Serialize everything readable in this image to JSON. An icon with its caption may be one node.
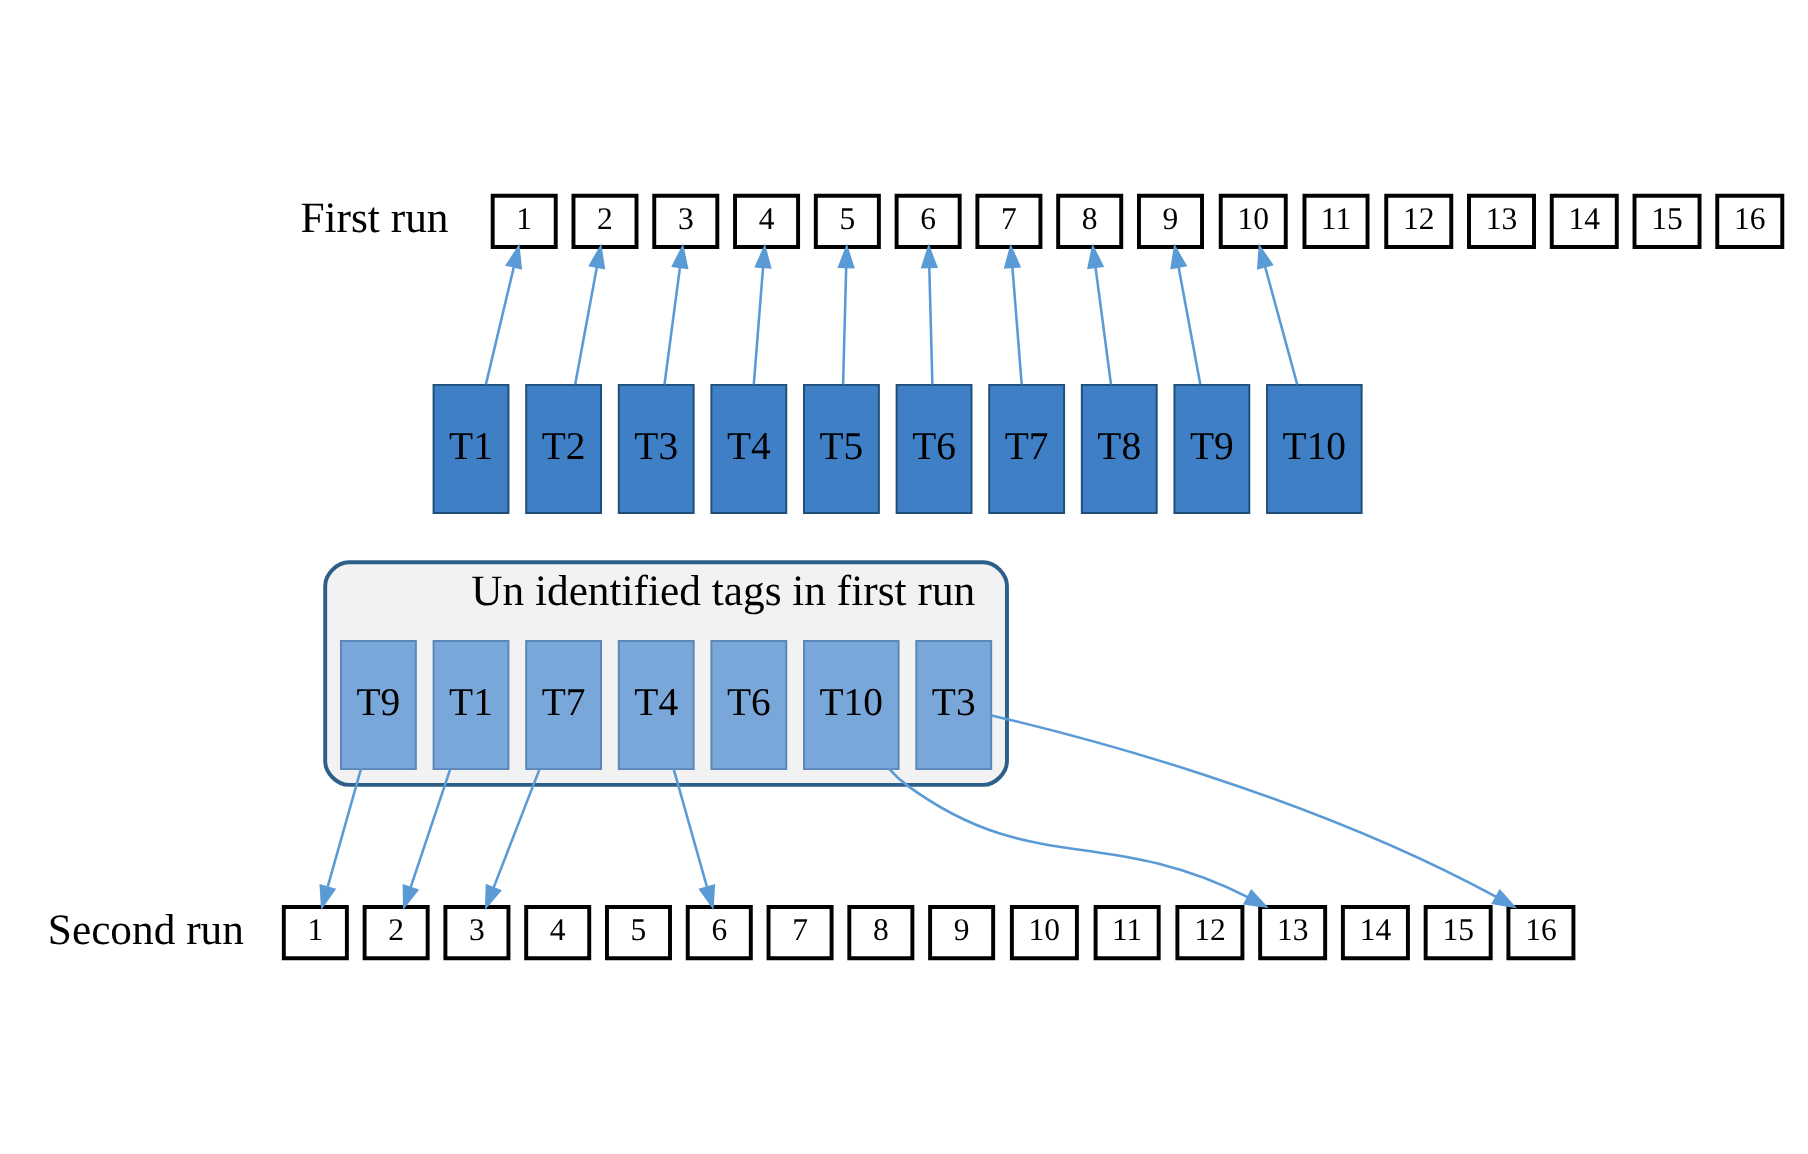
{
  "diagram": {
    "nodes": [
      {
        "text": [
          "1"
        ]
      },
      {
        "text": [
          "2"
        ]
      },
      {
        "text": [
          "3"
        ]
      },
      {
        "text": [
          "4"
        ]
      },
      {
        "text": [
          "5"
        ]
      },
      {
        "text": [
          "6"
        ]
      },
      {
        "text": [
          "7"
        ]
      },
      {
        "text": [
          "8"
        ]
      },
      {
        "text": [
          "9"
        ]
      },
      {
        "text": [
          "10"
        ]
      },
      {
        "text": [
          "11"
        ]
      },
      {
        "text": [
          "12"
        ]
      },
      {
        "text": [
          "13"
        ]
      },
      {
        "text": [
          "14"
        ]
      },
      {
        "text": [
          "15"
        ]
      },
      {
        "text": [
          "16"
        ]
      },
      {
        "text": [
          "T1"
        ]
      },
      {
        "text": [
          "T2"
        ]
      },
      {
        "text": [
          "T3"
        ]
      },
      {
        "text": [
          "T4"
        ]
      },
      {
        "text": [
          "T5"
        ]
      },
      {
        "text": [
          "T6"
        ]
      },
      {
        "text": [
          "T7"
        ]
      },
      {
        "text": [
          "T8"
        ]
      },
      {
        "text": [
          "T9"
        ]
      },
      {
        "text": [
          "T10"
        ]
      },
      {
        "text": [
          "Un identified tags in first run"
        ]
      },
      {
        "text": [
          "T1"
        ],
        "in": 26
      },
      {
        "text": [
          "T3"
        ],
        "in": 26
      },
      {
        "text": [
          "T4"
        ],
        "in": 26
      },
      {
        "text": [
          "T6"
        ],
        "in": 26
      },
      {
        "text": [
          "T7"
        ],
        "in": 26
      },
      {
        "text": [
          "T9"
        ],
        "in": 26
      },
      {
        "text": [
          "T10"
        ],
        "in": 26
      },
      {
        "text": [
          "1"
        ]
      },
      {
        "text": [
          "2"
        ]
      },
      {
        "text": [
          "3"
        ]
      },
      {
        "text": [
          "4"
        ]
      },
      {
        "text": [
          "5"
        ]
      },
      {
        "text": [
          "6"
        ]
      },
      {
        "text": [
          "7"
        ]
      },
      {
        "text": [
          "8"
        ]
      },
      {
        "text": [
          "9"
        ]
      },
      {
        "text": [
          "10"
        ]
      },
      {
        "text": [
          "11"
        ]
      },
      {
        "text": [
          "12"
        ]
      },
      {
        "text": [
          "13"
        ]
      },
      {
        "text": [
          "14"
        ]
      },
      {
        "text": [
          "15"
        ]
      },
      {
        "text": [
          "16"
        ]
      }
    ],
    "edges": [
      {
        "from": 16,
        "to": 0,
        "arrow": "to"
      },
      {
        "from": 17,
        "to": 1,
        "arrow": "to"
      },
      {
        "from": 18,
        "to": 2,
        "arrow": "to"
      },
      {
        "from": 19,
        "to": 3,
        "arrow": "to"
      },
      {
        "from": 20,
        "to": 4,
        "arrow": "to"
      },
      {
        "from": 21,
        "to": 5,
        "arrow": "to"
      },
      {
        "from": 22,
        "to": 6,
        "arrow": "to"
      },
      {
        "from": 23,
        "to": 7,
        "arrow": "to"
      },
      {
        "from": 24,
        "to": 8,
        "arrow": "to"
      },
      {
        "from": 25,
        "to": 9,
        "arrow": "to"
      },
      {
        "from": 27,
        "to": 35,
        "arrow": "to"
      },
      {
        "from": 28,
        "to": 49,
        "arrow": "to"
      },
      {
        "from": 29,
        "to": 39,
        "arrow": "to"
      },
      {
        "from": 31,
        "to": 36,
        "arrow": "to"
      },
      {
        "from": 32,
        "to": 34,
        "arrow": "to"
      },
      {
        "from": 33,
        "to": 46,
        "arrow": "to"
      }
    ],
    "labels": [
      "First run",
      "Second run"
    ]
  }
}
